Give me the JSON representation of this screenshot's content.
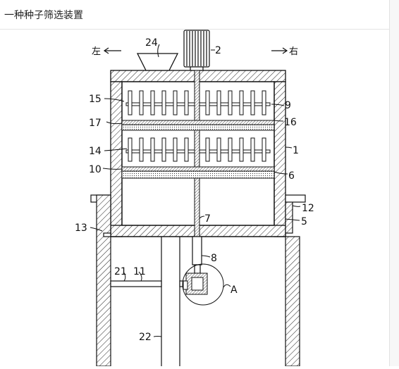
{
  "header": {
    "title": "一种种子筛选装置"
  },
  "diagram": {
    "direction_left": "左",
    "direction_right": "右",
    "detail_label": "A",
    "callouts": {
      "c1": "1",
      "c2": "2",
      "c5": "5",
      "c6": "6",
      "c7": "7",
      "c8": "8",
      "c9": "9",
      "c10": "10",
      "c11": "11",
      "c12": "12",
      "c13": "13",
      "c14": "14",
      "c15": "15",
      "c16": "16",
      "c17": "17",
      "c21": "21",
      "c22": "22",
      "c24": "24"
    }
  }
}
